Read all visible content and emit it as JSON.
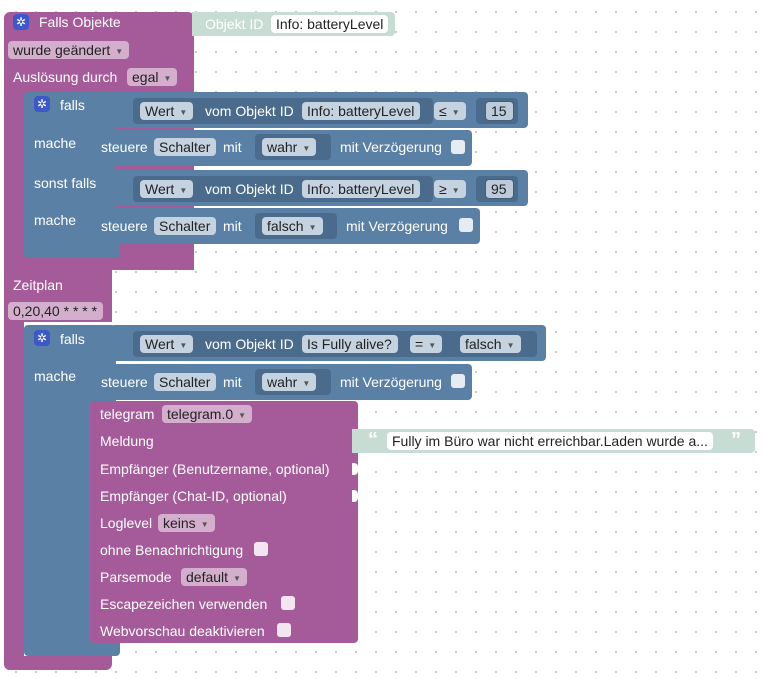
{
  "trigger": {
    "header": "Falls Objekte",
    "objekt_id_label": "Objekt ID",
    "objekt_id_value": "Info: batteryLevel",
    "event_dropdown": "wurde geändert",
    "ausloesung_label": "Auslösung durch",
    "ausloesung_value": "egal"
  },
  "if_block_1": {
    "falls_label": "falls",
    "cond1": {
      "wert": "Wert",
      "vom_label": "vom Objekt ID",
      "objekt": "Info: batteryLevel",
      "op": "≤",
      "num": "15"
    },
    "mache_label": "mache",
    "action1": {
      "steuere": "steuere",
      "schalter": "Schalter",
      "mit": "mit",
      "value": "wahr",
      "verz": "mit Verzögerung"
    },
    "sonst_label": "sonst falls",
    "cond2": {
      "wert": "Wert",
      "vom_label": "vom Objekt ID",
      "objekt": "Info: batteryLevel",
      "op": "≥",
      "num": "95"
    },
    "mache2_label": "mache",
    "action2": {
      "steuere": "steuere",
      "schalter": "Schalter",
      "mit": "mit",
      "value": "falsch",
      "verz": "mit Verzögerung"
    }
  },
  "schedule": {
    "header": "Zeitplan",
    "cron": "0,20,40 * * * *"
  },
  "if_block_2": {
    "falls_label": "falls",
    "cond": {
      "wert": "Wert",
      "vom_label": "vom Objekt ID",
      "objekt": "Is Fully alive?",
      "op": "=",
      "value": "falsch"
    },
    "mache_label": "mache",
    "action": {
      "steuere": "steuere",
      "schalter": "Schalter",
      "mit": "mit",
      "value": "wahr",
      "verz": "mit Verzögerung"
    }
  },
  "telegram": {
    "label": "telegram",
    "instance": "telegram.0",
    "meldung_label": "Meldung",
    "meldung_text": "Fully im Büro war nicht erreichbar.Laden wurde a...",
    "quote_open": "“",
    "quote_close": "”",
    "empf_user": "Empfänger (Benutzername, optional)",
    "empf_chat": "Empfänger (Chat-ID, optional)",
    "loglevel_label": "Loglevel",
    "loglevel_value": "keins",
    "ohne_label": "ohne Benachrichtigung",
    "parse_label": "Parsemode",
    "parse_value": "default",
    "escape_label": "Escapezeichen verwenden",
    "webvorschau_label": "Webvorschau deaktivieren"
  },
  "colors": {
    "trigger_purple": "#a55b99",
    "logic_blue": "#5b80a5",
    "text_green": "#c7ddd4",
    "gear_blue": "#3d59c7"
  },
  "icons": {
    "settings": "gear-icon",
    "dropdown": "triangle-down-icon"
  }
}
